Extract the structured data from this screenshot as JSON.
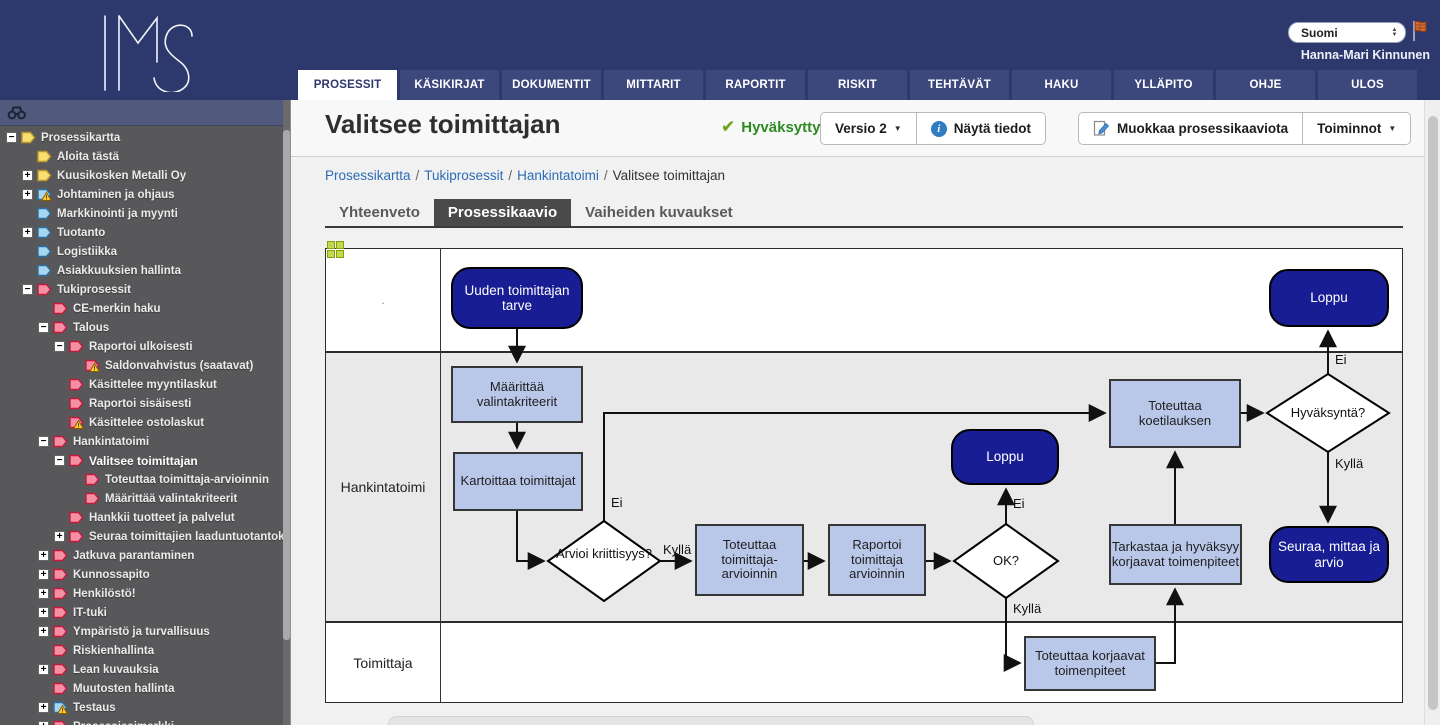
{
  "header": {
    "logo": "IMS",
    "language_select": "Suomi",
    "user_name": "Hanna-Mari Kinnunen",
    "nav_tabs": [
      {
        "label": "PROSESSIT",
        "active": true
      },
      {
        "label": "KÄSIKIRJAT"
      },
      {
        "label": "DOKUMENTIT"
      },
      {
        "label": "MITTARIT"
      },
      {
        "label": "RAPORTIT"
      },
      {
        "label": "RISKIT"
      },
      {
        "label": "TEHTÄVÄT"
      },
      {
        "label": "HAKU"
      },
      {
        "label": "YLLÄPITO"
      },
      {
        "label": "OHJE"
      },
      {
        "label": "ULOS"
      }
    ]
  },
  "sidebar": {
    "items": [
      {
        "label": "Prosessikartta",
        "level": 0,
        "exp": "-",
        "icon": "y"
      },
      {
        "label": "Aloita tästä",
        "level": 1,
        "icon": "y"
      },
      {
        "label": "Kuusikosken Metalli Oy",
        "level": 1,
        "exp": "+",
        "icon": "y"
      },
      {
        "label": "Johtaminen ja ohjaus",
        "level": 1,
        "exp": "+",
        "icon": "bw"
      },
      {
        "label": "Markkinointi ja myynti",
        "level": 1,
        "icon": "b"
      },
      {
        "label": "Tuotanto",
        "level": 1,
        "exp": "+",
        "icon": "b"
      },
      {
        "label": "Logistiikka",
        "level": 1,
        "icon": "b"
      },
      {
        "label": "Asiakkuuksien hallinta",
        "level": 1,
        "icon": "b"
      },
      {
        "label": "Tukiprosessit",
        "level": 1,
        "exp": "-",
        "icon": "p"
      },
      {
        "label": "CE-merkin haku",
        "level": 2,
        "icon": "p"
      },
      {
        "label": "Talous",
        "level": 2,
        "exp": "-",
        "icon": "p"
      },
      {
        "label": "Raportoi ulkoisesti",
        "level": 3,
        "exp": "-",
        "icon": "p"
      },
      {
        "label": "Saldonvahvistus (saatavat)",
        "level": 4,
        "icon": "pw"
      },
      {
        "label": "Käsittelee myyntilaskut",
        "level": 3,
        "icon": "p"
      },
      {
        "label": "Raportoi sisäisesti",
        "level": 3,
        "icon": "p"
      },
      {
        "label": "Käsittelee ostolaskut",
        "level": 3,
        "icon": "pw"
      },
      {
        "label": "Hankintatoimi",
        "level": 2,
        "exp": "-",
        "icon": "p"
      },
      {
        "label": "Valitsee toimittajan",
        "level": 3,
        "exp": "-",
        "icon": "p",
        "bold": true
      },
      {
        "label": "Toteuttaa toimittaja-arvioinnin",
        "level": 4,
        "icon": "p"
      },
      {
        "label": "Määrittää valintakriteerit",
        "level": 4,
        "icon": "p"
      },
      {
        "label": "Hankkii tuotteet ja palvelut",
        "level": 3,
        "icon": "p"
      },
      {
        "label": "Seuraa toimittajien laaduntuotantok",
        "level": 3,
        "exp": "+",
        "icon": "p"
      },
      {
        "label": "Jatkuva parantaminen",
        "level": 2,
        "exp": "+",
        "icon": "p"
      },
      {
        "label": "Kunnossapito",
        "level": 2,
        "exp": "+",
        "icon": "p"
      },
      {
        "label": "Henkilöstö!",
        "level": 2,
        "exp": "+",
        "icon": "p"
      },
      {
        "label": "IT-tuki",
        "level": 2,
        "exp": "+",
        "icon": "p"
      },
      {
        "label": "Ympäristö ja turvallisuus",
        "level": 2,
        "exp": "+",
        "icon": "p"
      },
      {
        "label": "Riskienhallinta",
        "level": 2,
        "icon": "p"
      },
      {
        "label": "Lean kuvauksia",
        "level": 2,
        "exp": "+",
        "icon": "p"
      },
      {
        "label": "Muutosten hallinta",
        "level": 2,
        "icon": "p"
      },
      {
        "label": "Testaus",
        "level": 2,
        "exp": "+",
        "icon": "bw"
      },
      {
        "label": "Prosessiesimerkki",
        "level": 2,
        "exp": "+",
        "icon": "p"
      }
    ]
  },
  "toolbar": {
    "title": "Valitsee toimittajan",
    "status": "Hyväksytty",
    "version_button": "Versio 2",
    "info_button": "Näytä tiedot",
    "edit_button": "Muokkaa prosessikaaviota",
    "actions_button": "Toiminnot"
  },
  "breadcrumb": {
    "items": [
      "Prosessikartta",
      "Tukiprosessit",
      "Hankintatoimi",
      "Valitsee toimittajan"
    ],
    "separator": "/"
  },
  "tabs": {
    "t1": "Yhteenveto",
    "t2": "Prosessikaavio",
    "t3": "Vaiheiden kuvaukset"
  },
  "flowchart": {
    "lanes": {
      "lane1": ".",
      "lane2": "Hankintatoimi",
      "lane3": "Toimittaja"
    },
    "nodes": {
      "uuden": "Uuden toimittajan tarve",
      "loppu_top": "Loppu",
      "maarittaa": "Määrittää valintakriteerit",
      "kartoittaa": "Kartoittaa toimittajat",
      "arvioi": "Arvioi kriittisyys?",
      "toteuttaa_arvioinnin": "Toteuttaa toimittaja-arvioinnin",
      "raportoi": "Raportoi toimittaja arvioinnin",
      "ok": "OK?",
      "loppu_mid": "Loppu",
      "koetilaus": "Toteuttaa koetilauksen",
      "hyvaksynta": "Hyväksyntä?",
      "tarkastaa": "Tarkastaa ja hyväksyy korjaavat toimenpiteet",
      "seuraa": "Seuraa, mittaa ja arvio",
      "korjaavat": "Toteuttaa korjaavat toimenpiteet"
    },
    "edge_labels": {
      "arvioi_ei": "Ei",
      "arvioi_kylla": "Kyllä",
      "ok_ei": "Ei",
      "ok_kylla": "Kyllä",
      "hyvaksynta_ei": "Ei",
      "hyvaksynta_kylla": "Kyllä"
    },
    "colors": {
      "terminal": "#181d93",
      "task": "#b9c7e9",
      "lane_gray": "#e9e9e9"
    }
  }
}
